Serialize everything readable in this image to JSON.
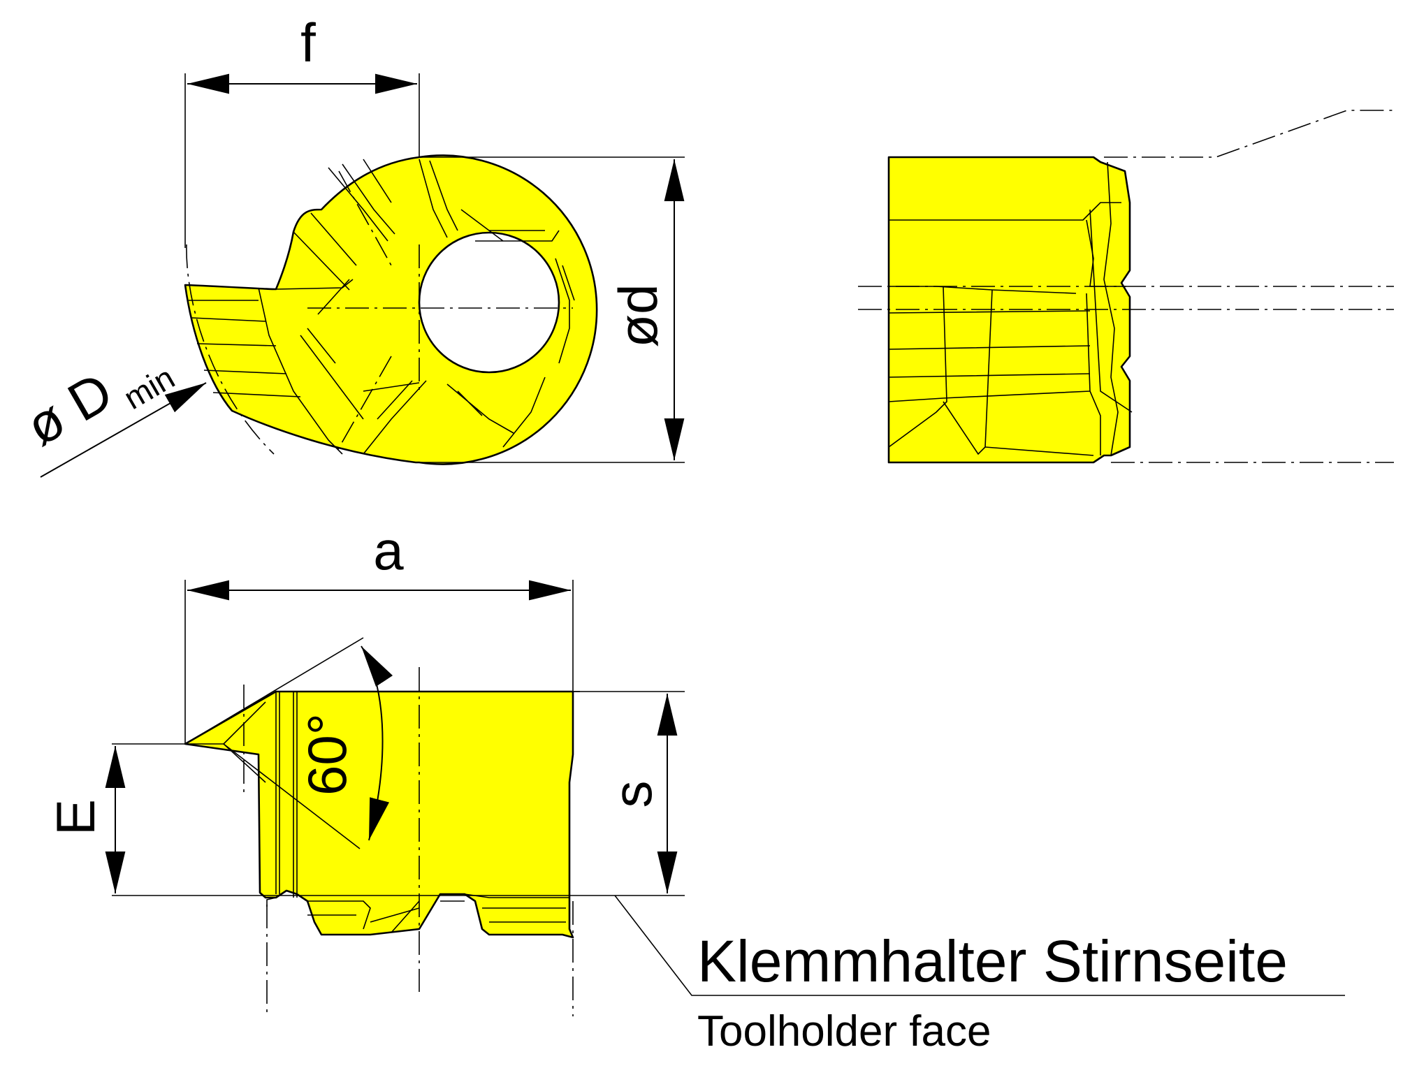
{
  "labels": {
    "f": "f",
    "d": "ød",
    "dmin_main": "ø D",
    "dmin_sub": "min",
    "a": "a",
    "s": "s",
    "e": "E",
    "angle": "60°",
    "face_de": "Klemmhalter Stirnseite",
    "face_en": "Toolholder face"
  },
  "colors": {
    "insert": "#ffff00",
    "line": "#000000"
  }
}
